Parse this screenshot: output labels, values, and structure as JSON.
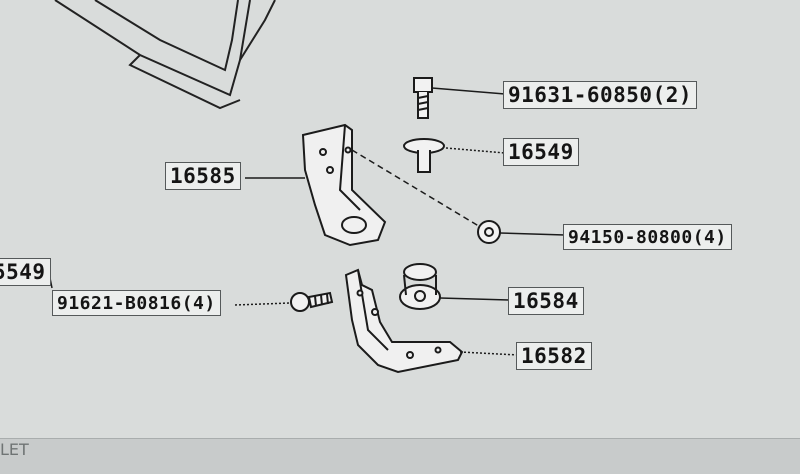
{
  "diagram": {
    "part_labels": [
      {
        "id": "bolt",
        "text": "91631-60850(2)"
      },
      {
        "id": "washer",
        "text": "16549"
      },
      {
        "id": "bracket-upper",
        "text": "16585"
      },
      {
        "id": "nut",
        "text": "94150-80800(4)"
      },
      {
        "id": "left-edge",
        "text": "5549"
      },
      {
        "id": "screw",
        "text": "91621-B0816(4)"
      },
      {
        "id": "clamp",
        "text": "16584"
      },
      {
        "id": "bracket-lower",
        "text": "16582"
      }
    ],
    "footer_text": "LET"
  },
  "colors": {
    "background": "#d9dcdb",
    "line": "#1b1b1b",
    "label_fill": "#eceeed",
    "label_border": "#55595a"
  }
}
